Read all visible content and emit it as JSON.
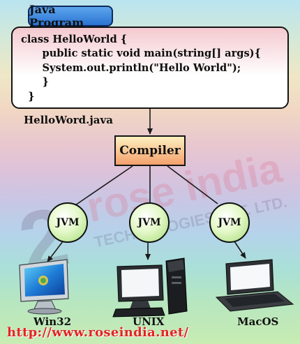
{
  "title": "Java Program",
  "code_lines": [
    "class HelloWorld {",
    "      public static void main(string[] args){",
    "      System.out.println(\"Hello World\");",
    "      }",
    "  }"
  ],
  "file_name": "HelloWord.java",
  "compiler_label": "Compiler",
  "jvm_nodes": [
    {
      "label": "JVM"
    },
    {
      "label": "JVM"
    },
    {
      "label": "JVM"
    }
  ],
  "platforms": [
    {
      "label": "Win32",
      "icon": "desktop-monitor-icon"
    },
    {
      "label": "UNIX",
      "icon": "workstation-icon"
    },
    {
      "label": "MacOS",
      "icon": "laptop-icon"
    }
  ],
  "watermark": {
    "brand": "rose india",
    "subtitle": "TECHNOLOGIES PVT. LTD."
  },
  "url": "http://www.roseindia.net/",
  "colors": {
    "title_tab": "#3f8be0",
    "jvm_fill": "#c3eca0",
    "compiler_fill": "#f7b27c",
    "url": "#e42424"
  }
}
